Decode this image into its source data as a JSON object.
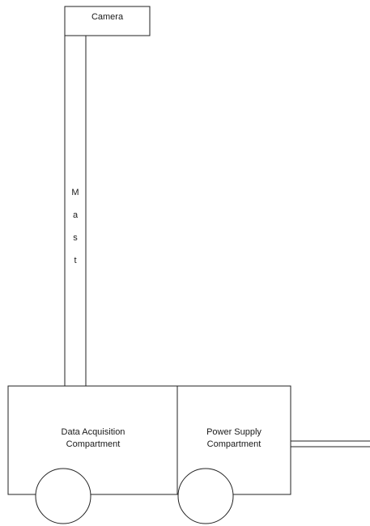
{
  "diagram": {
    "camera": {
      "label": "Camera"
    },
    "mast": {
      "letters": [
        "M",
        "a",
        "s",
        "t"
      ]
    },
    "data_acquisition": {
      "label": "Data Acquisition\nCompartment"
    },
    "power_supply": {
      "label": "Power Supply\nCompartment"
    },
    "stroke_color": "#222222"
  }
}
